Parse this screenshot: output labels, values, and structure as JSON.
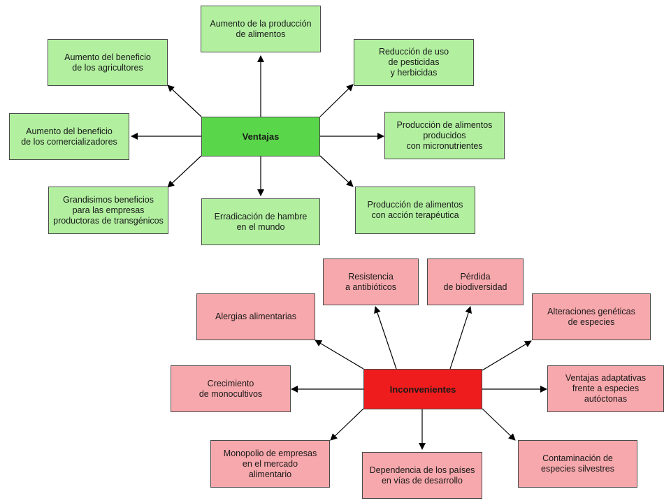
{
  "colors": {
    "benefit_box": "#b2f0a0",
    "benefit_hub": "#5ad64a",
    "drawback_box": "#f7a8ac",
    "drawback_hub": "#ee1c1c",
    "arrow": "#000000"
  },
  "ventajas": {
    "hub": "Ventajas",
    "items": [
      "Aumento de la producción\nde alimentos",
      "Reducción de uso\nde pesticidas\ny herbicidas",
      "Producción de alimentos\nproducidos\ncon micronutrientes",
      "Producción de alimentos\ncon acción terapéutica",
      "Erradicación de hambre\nen el mundo",
      "Grandisimos beneficios\npara las empresas\nproductoras de transgénicos",
      "Aumento del beneficio\nde los comercializadores",
      "Aumento del beneficio\nde los agricultores"
    ]
  },
  "inconvenientes": {
    "hub": "Inconvenientes",
    "items": [
      "Resistencia\na antibióticos",
      "Pérdida\nde biodiversidad",
      "Alteraciones genéticas\nde especies",
      "Ventajas adaptativas\nfrente a especies autóctonas",
      "Contaminación de\nespecies silvestres",
      "Dependencia  de los países\nen vías de desarrollo",
      "Monopolio de empresas\nen el mercado\nalimentario",
      "Crecimiento\nde monocultivos",
      "Alergias alimentarias"
    ]
  }
}
